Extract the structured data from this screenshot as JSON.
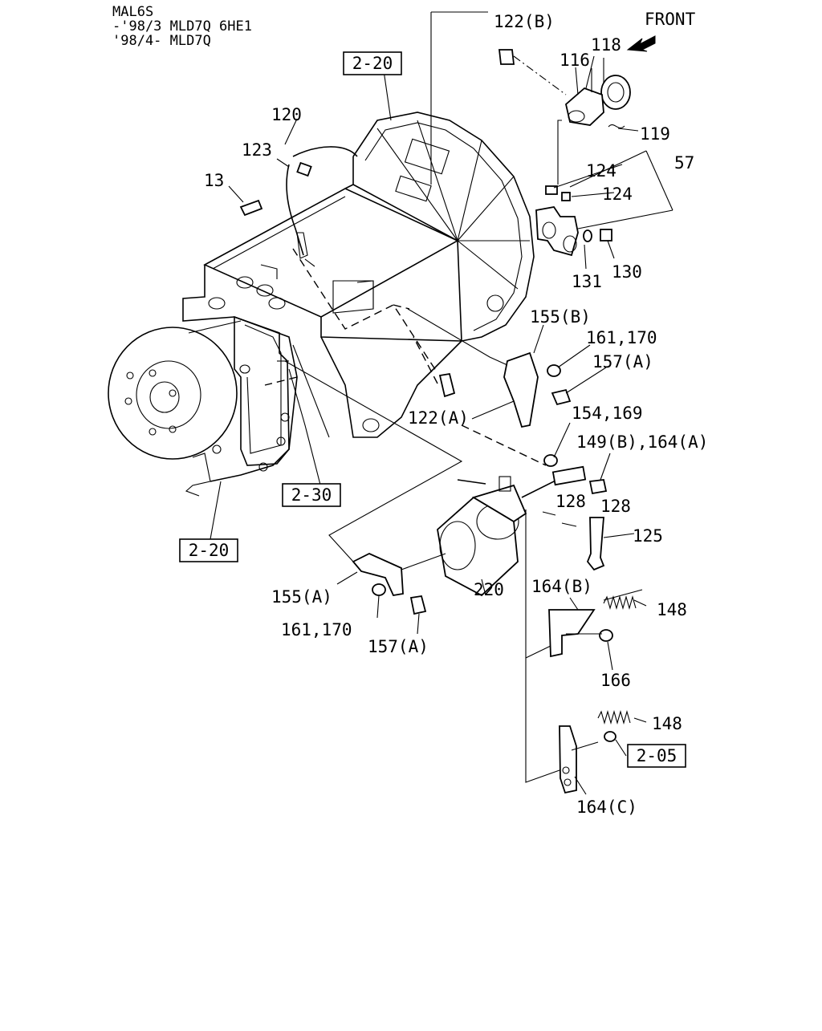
{
  "header": {
    "model": "MAL6S",
    "line1": "-'98/3 MLD7Q 6HE1",
    "line2": "'98/4- MLD7Q"
  },
  "front_label": "FRONT",
  "refs": {
    "ref_2_20_top": "2-20",
    "ref_2_30": "2-30",
    "ref_2_20_bottom": "2-20",
    "ref_2_05": "2-05"
  },
  "callouts": {
    "c122b": "122(B)",
    "c118": "118",
    "c116": "116",
    "c119": "119",
    "c120": "120",
    "c123": "123",
    "c13": "13",
    "c124a": "124",
    "c124b": "124",
    "c57": "57",
    "c131": "131",
    "c130": "130",
    "c155b": "155(B)",
    "c161_170_top": "161,170",
    "c157a_top": "157(A)",
    "c122a": "122(A)",
    "c154_169": "154,169",
    "c149b_164a": "149(B),164(A)",
    "c128a": "128",
    "c128b": "128",
    "c125": "125",
    "c155a": "155(A)",
    "c220": "220",
    "c164b": "164(B)",
    "c148a": "148",
    "c161_170_bottom": "161,170",
    "c157a_bottom": "157(A)",
    "c166": "166",
    "c148b": "148",
    "c164c": "164(C)"
  }
}
